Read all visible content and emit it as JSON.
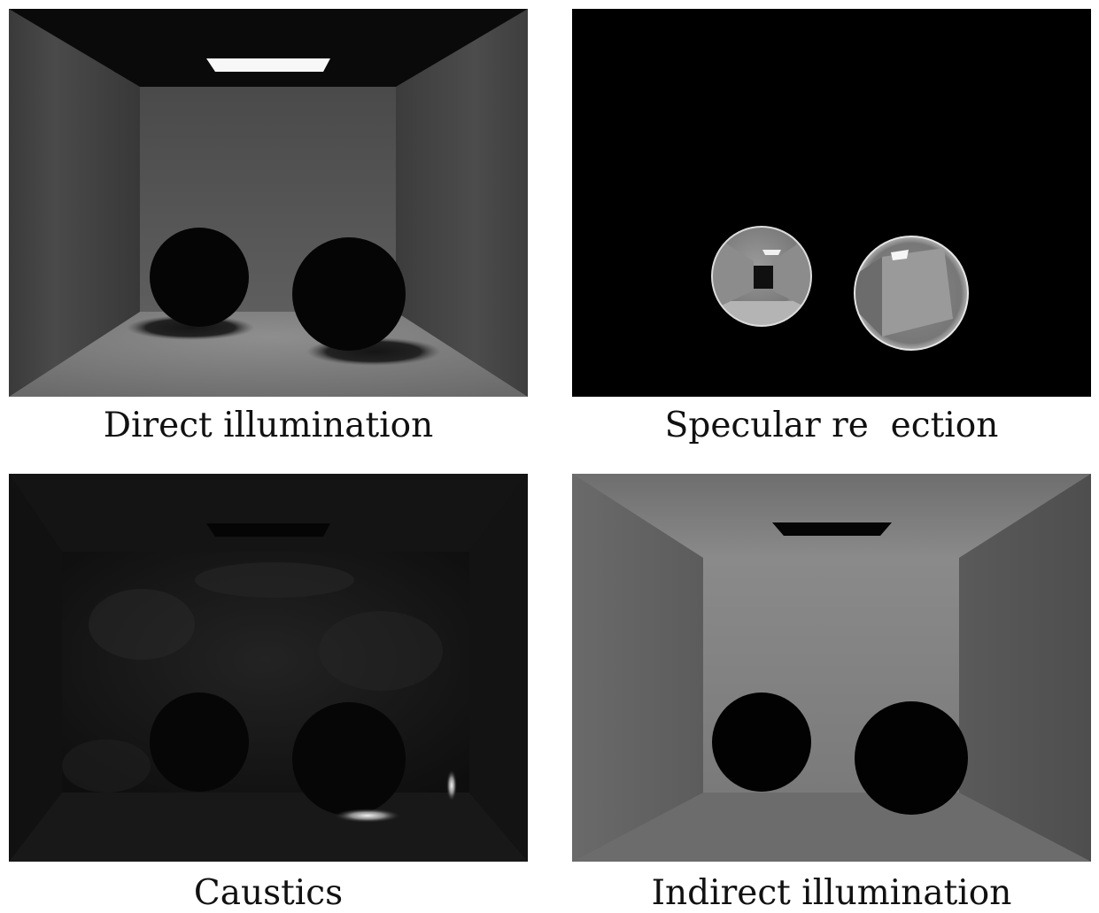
{
  "figure": {
    "panels": [
      {
        "caption": "Direct illumination"
      },
      {
        "caption": "Specular re  ection"
      },
      {
        "caption": "Caustics"
      },
      {
        "caption": "Indirect illumination"
      }
    ]
  }
}
